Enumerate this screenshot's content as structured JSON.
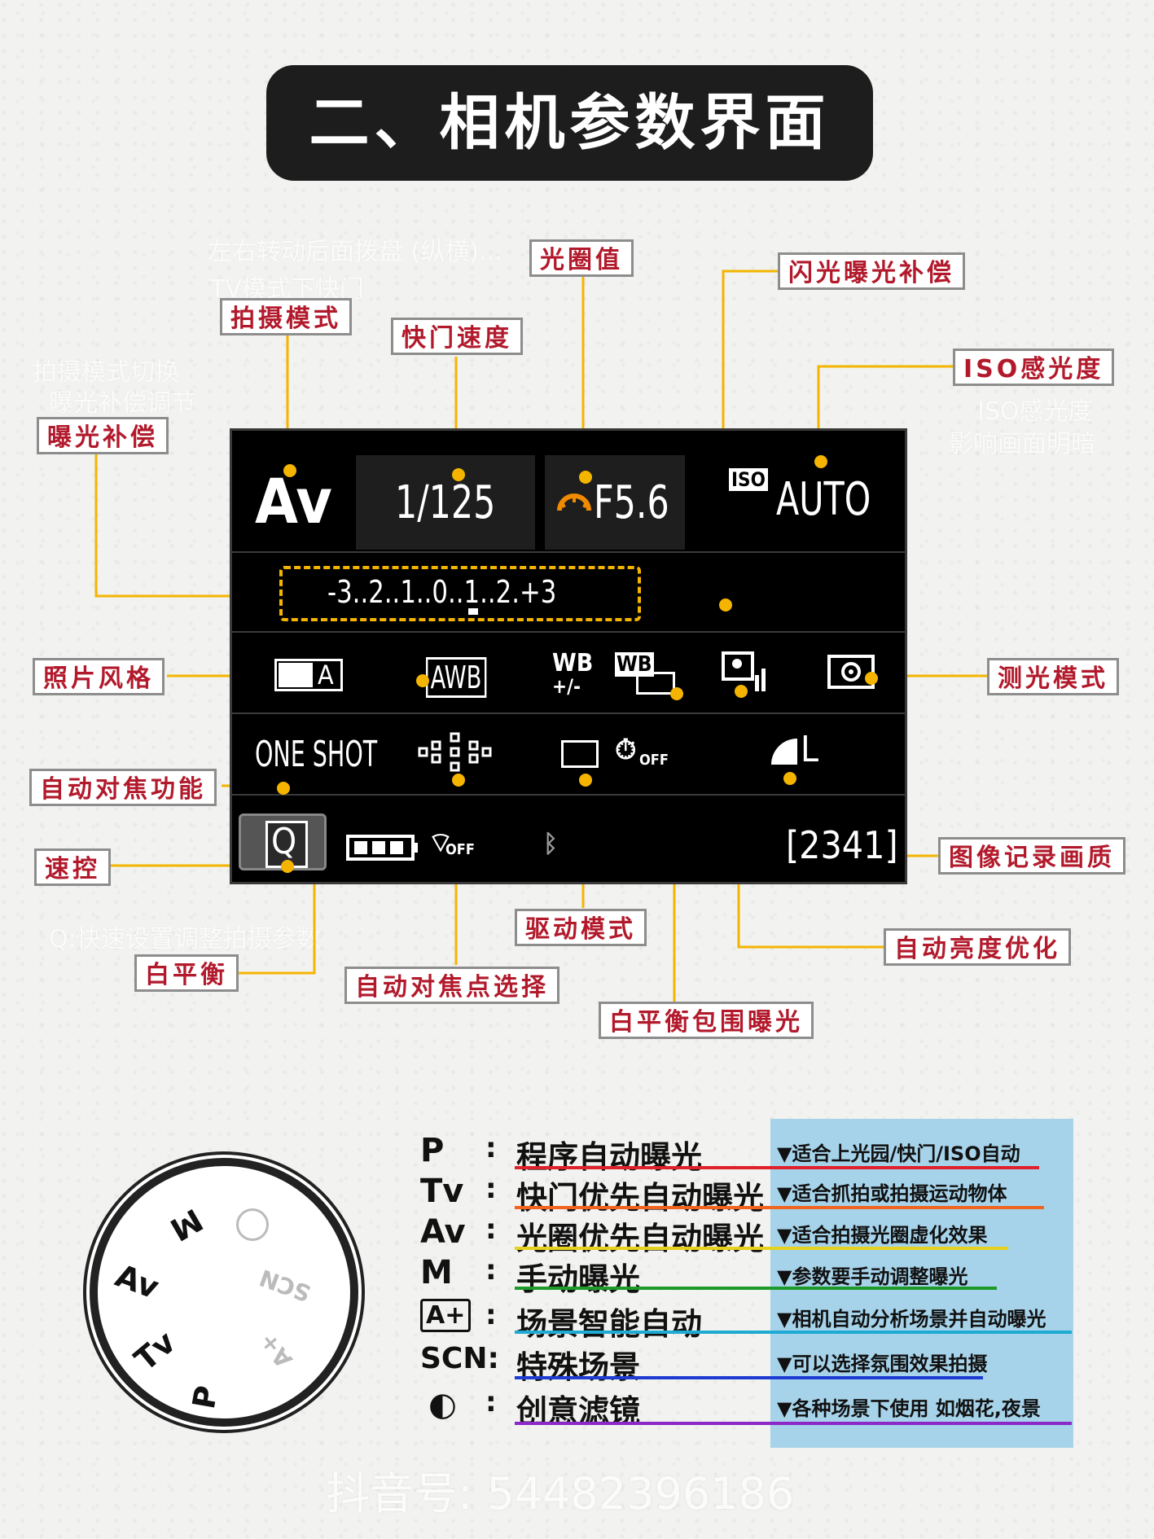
{
  "title": "二、相机参数界面",
  "faint_notes": [
    "左右转动后面拨盘 (纵横)...",
    "TV模式下快门",
    "拍摄模式切换",
    "曝光补偿调节",
    "ISO感光度",
    "影响画面明暗",
    "Q:快速设置调整拍摄参数"
  ],
  "labels": {
    "aperture": "光圈值",
    "flash_comp": "闪光曝光补偿",
    "shoot_mode": "拍摄模式",
    "shutter": "快门速度",
    "iso": "ISO感光度",
    "exposure_comp": "曝光补偿",
    "picture_style": "照片风格",
    "metering": "测光模式",
    "af_function": "自动对焦功能",
    "quick_control": "速控",
    "image_quality": "图像记录画质",
    "drive_mode": "驱动模式",
    "auto_lighting": "自动亮度优化",
    "white_balance": "白平衡",
    "af_point": "自动对焦点选择",
    "wb_bracket": "白平衡包围曝光"
  },
  "screen": {
    "mode": "Av",
    "shutter": "1/125",
    "aperture": "F5.6",
    "iso_badge": "ISO",
    "iso": "AUTO",
    "exposure_scale": "-3..2..1..0..1..2.+3",
    "picture_style": "A",
    "awb": "AWB",
    "wb_comp": "WB",
    "wb_comp_sub": "+/-",
    "wb_bracket": "WB",
    "af_mode": "ONE SHOT",
    "self_timer_off": "OFF",
    "wifi_off": "OFF",
    "quality": "L",
    "shots": "[2341]",
    "q": "Q"
  },
  "dial": {
    "marks": [
      "M",
      "Av",
      "Tv",
      "P",
      "SCN",
      "A+"
    ]
  },
  "modes": [
    {
      "key": "P",
      "name": "程序自动曝光",
      "desc": "▼适合上光园/快门/ISO自动",
      "color": "#e0202a"
    },
    {
      "key": "Tv",
      "name": "快门优先自动曝光",
      "desc": "▼适合抓拍或拍摄运动物体",
      "color": "#f0641e"
    },
    {
      "key": "Av",
      "name": "光圈优先自动曝光",
      "desc": "▼适合拍摄光圈虚化效果",
      "color": "#e6d21e"
    },
    {
      "key": "M",
      "name": "手动曝光",
      "desc": "▼参数要手动调整曝光",
      "color": "#1e9a2a"
    },
    {
      "key": "A+",
      "name": "场景智能自动",
      "desc": "▼相机自动分析场景并自动曝光",
      "color": "#1eaad2"
    },
    {
      "key": "SCN:",
      "name": "特殊场景",
      "desc": "▼可以选择氛围效果拍摄",
      "color": "#1e3cd2"
    },
    {
      "key": "◐",
      "name": "创意滤镜",
      "desc": "▼各种场景下使用 如烟花,夜景",
      "color": "#8c28c8"
    }
  ],
  "watermark": "抖音号: 54482396186",
  "colors": {
    "accent": "#f4b400",
    "label_text": "#b21a2c",
    "title_bg": "#1d1d1d",
    "desc_bg": "#a6d3ea"
  }
}
